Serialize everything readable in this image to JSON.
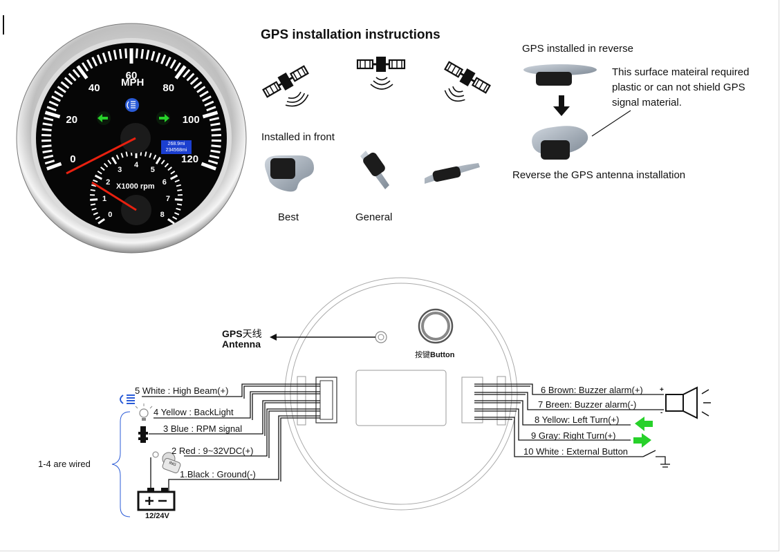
{
  "gauge": {
    "speed_ticks": [
      "0",
      "20",
      "40",
      "60",
      "80",
      "100",
      "120"
    ],
    "speed_unit": "MPH",
    "rpm_ticks": [
      "0",
      "1",
      "2",
      "3",
      "4",
      "5",
      "6",
      "7",
      "8"
    ],
    "rpm_unit": "X1000 rpm",
    "odometer_trip": "268.9mi",
    "odometer_total": "234568mi",
    "speed_needle_value": 0,
    "rpm_needle_value": 0
  },
  "gps": {
    "title": "GPS installation instructions",
    "installed_front": "Installed in front",
    "best": "Best",
    "general": "General",
    "installed_reverse": "GPS installed in reverse",
    "surface_note_1": "This surface mateiral required",
    "surface_note_2": "plastic or can not shield GPS",
    "surface_note_3": "signal material.",
    "reverse_caption": "Reverse the GPS antenna installation"
  },
  "wiring": {
    "antenna_cn": "GPS天线",
    "antenna_prefix": "GPS",
    "antenna_cn_suffix": "天线",
    "antenna_en": "Antenna",
    "button_cn": "按键",
    "button_en": "Button",
    "left_wires": [
      "5 White : High Beam(+)",
      "4 Yellow : BackLight",
      "3 Blue : RPM signal",
      "2 Red : 9~32VDC(+)",
      "1.Black : Ground(-)"
    ],
    "right_wires": [
      "6 Brown: Buzzer alarm(+)",
      "7 Breen: Buzzer alarm(-)",
      "8 Yellow: Left Turn(+)",
      "9 Gray: Right Turn(+)",
      "10 White : External Button"
    ],
    "wired_note": "1-4 are wired",
    "battery_label": "12/24V",
    "ign_label": "ING",
    "plus_sign": "+",
    "minus_sign": "-"
  },
  "colors": {
    "green_arrow": "#27d12a",
    "needle_red": "#e8200f",
    "highbeam_blue": "#2a5bd7",
    "display_blue": "#1b3fd0"
  }
}
